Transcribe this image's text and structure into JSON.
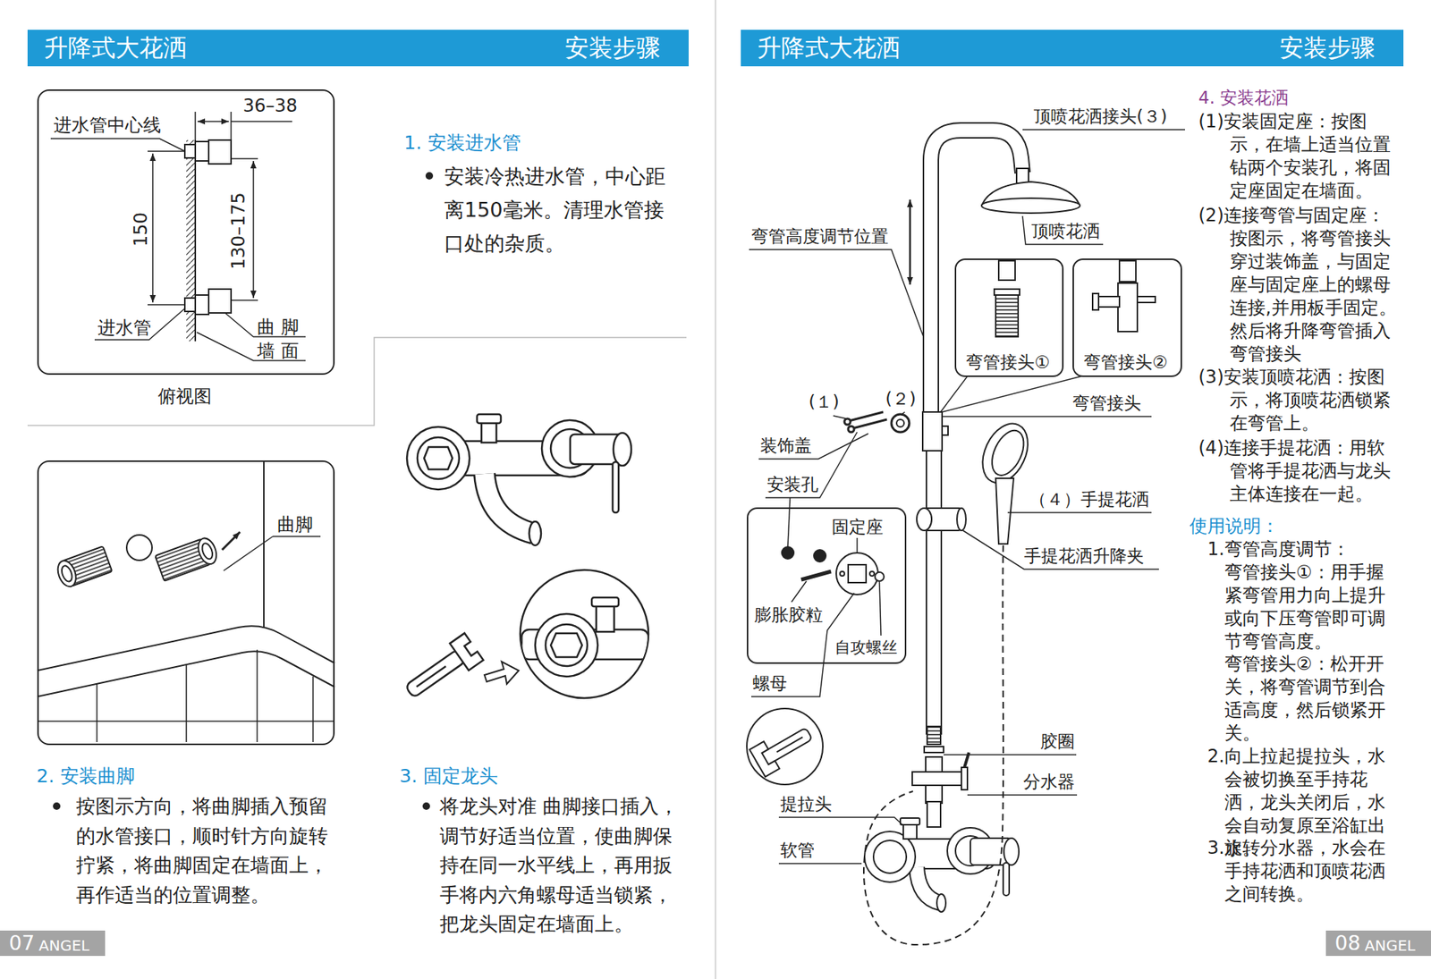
{
  "diagram": {
    "nodes": [
      {
        "text": [
          "升降式大花洒",
          "安装步骤"
        ]
      },
      {
        "text": [
          "进水管中心线",
          "36–38",
          "150",
          "130–175",
          "进水管",
          "曲 脚",
          "墙 面",
          "俯视图"
        ]
      },
      {
        "text": [
          "曲脚"
        ]
      },
      {
        "text": [
          "07",
          "ANGEL"
        ]
      },
      {
        "text": [
          "升降式大花洒",
          "安装步骤"
        ]
      },
      {
        "text": [
          "弯管接头①"
        ]
      },
      {
        "text": [
          "弯管接头②"
        ]
      },
      {
        "text": [
          "固定座",
          "膨胀胶粒",
          "自攻螺丝"
        ]
      },
      {
        "text": [
          "08",
          "ANGEL"
        ]
      }
    ],
    "labels": [
      "1. 安装进水管",
      "安装冷热进水管，中心距离150毫米。清理水管接口处的杂质。",
      "2. 安装曲脚",
      "按图示方向，将曲脚插入预留的水管接口，顺时针方向旋转拧紧，将曲脚固定在墙面上，再作适当的位置调整。",
      "3. 固定龙头",
      "将龙头对准 曲脚接口插入，调节好适当位置，使曲脚保持在同一水平线上，再用扳手将内六角螺母适当锁紧，把龙头固定在墙面上。",
      "顶喷花洒接头(３)",
      "顶喷花洒",
      "弯管高度调节位置",
      "弯管接头",
      "(１)",
      "(２)",
      "装饰盖",
      "安装孔",
      "（４）手提花洒",
      "手提花洒升降夹",
      "螺母",
      "胶圈",
      "分水器",
      "提拉头",
      "软管",
      "4. 安装花洒",
      "(1)安装固定座：按图示，在墙上适当位置钻两个安装孔，将固定座固定在墙面。",
      "(2)连接弯管与固定座：按图示，将弯管接头穿过装饰盖，与固定座与固定座上的螺母连接,并用板手固定。然后将升降弯管插入弯管接头",
      "(3)安装顶喷花洒：按图示，将顶喷花洒锁紧在弯管上。",
      "(4)连接手提花洒：用软管将手提花洒与龙头主体连接在一起。",
      "使用说明：",
      "1.弯管高度调节：",
      "弯管接头①：用手握紧弯管用力向上提升或向下压弯管即可调节弯管高度。",
      "弯管接头②：松开开关，将弯管调节到合适高度，然后锁紧开关。",
      "2.向上拉起提拉头，水会被切换至手持花洒，龙头关闭后，水会自动复原至浴缸出水。",
      "3.旋转分水器，水会在手持花洒和顶喷花洒之间转换。"
    ]
  }
}
